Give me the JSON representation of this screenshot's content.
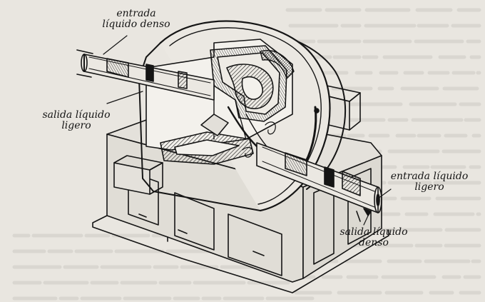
{
  "labels": {
    "entrada_denso": {
      "line1": "entrada",
      "line2": "líquido denso"
    },
    "salida_ligero": {
      "line1": "salida líquido",
      "line2": "ligero"
    },
    "entrada_ligero": {
      "line1": "entrada líquido",
      "line2": "ligero"
    },
    "salida_denso": {
      "line1": "salida líquido",
      "line2": "denso"
    }
  },
  "colors": {
    "ink": "#151515",
    "paper": "#e9e6e0",
    "bleed": "#c9c6c0"
  }
}
